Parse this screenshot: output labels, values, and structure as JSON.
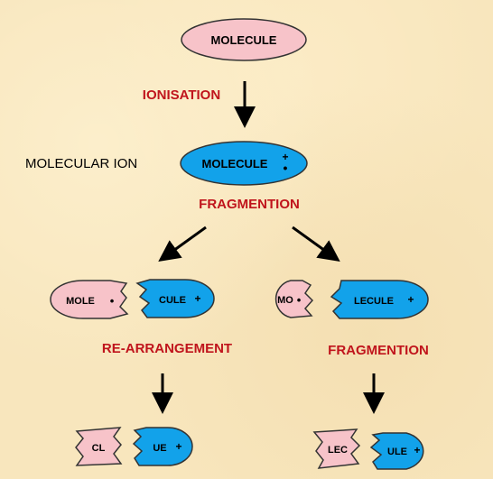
{
  "molecule": {
    "label": "MOLECULE"
  },
  "step1": {
    "label": "IONISATION"
  },
  "molecular_ion": {
    "label": "MOLECULAR ION",
    "ion_label": "MOLECULE",
    "charge": "+",
    "radical": "•"
  },
  "step2": {
    "label": "FRAGMENTION"
  },
  "left_branch": {
    "fragment_a": {
      "label": "MOLE",
      "radical": "•"
    },
    "fragment_b": {
      "label": "CULE",
      "charge": "+"
    },
    "step": {
      "label": "RE-ARRANGEMENT"
    },
    "product_a": {
      "label": "CL"
    },
    "product_b": {
      "label": "UE",
      "charge": "+"
    }
  },
  "right_branch": {
    "fragment_a": {
      "label": "MO",
      "radical": "•"
    },
    "fragment_b": {
      "label": "LECULE",
      "charge": "+"
    },
    "step": {
      "label": "FRAGMENTION"
    },
    "product_a": {
      "label": "LEC"
    },
    "product_b": {
      "label": "ULE",
      "charge": "+"
    }
  },
  "colors": {
    "neutral_fill": "#f7c3c9",
    "ion_fill": "#12a2ea",
    "step_text": "#c0141c",
    "arrow": "#000000",
    "outline": "#333333"
  }
}
